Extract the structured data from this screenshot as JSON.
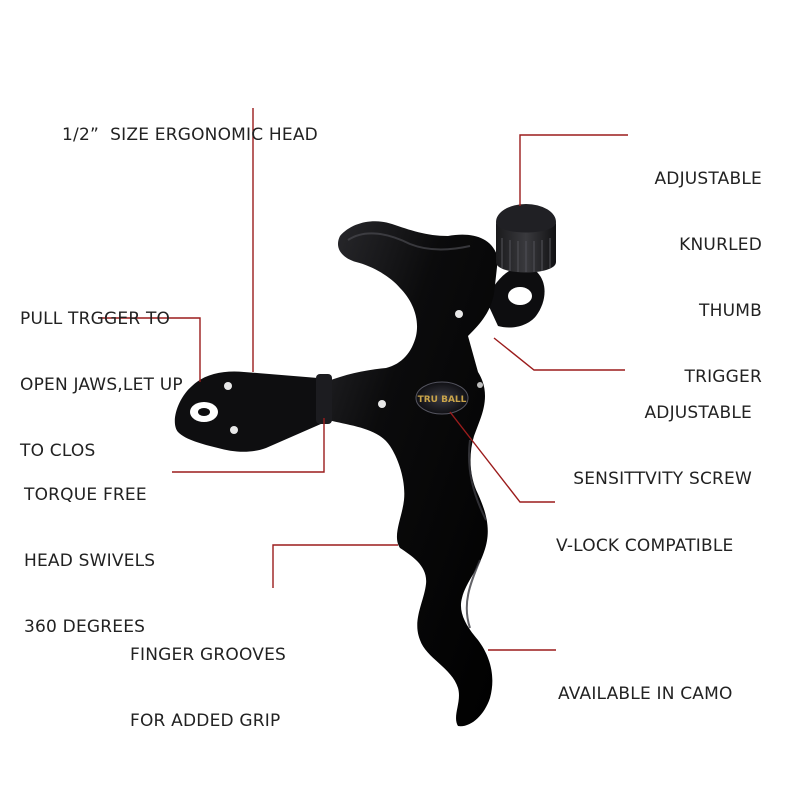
{
  "colors": {
    "background": "#ffffff",
    "leader_line": "#9b1c1c",
    "label_text": "#222222",
    "release_body": "#0b0b0c",
    "highlight": "#4a4a50",
    "screw": "#e8e8e8"
  },
  "product": {
    "name": "thumb-release-aid",
    "badge_text": "TRU BALL"
  },
  "callouts": {
    "head_size": {
      "lines": [
        "1/2”  SIZE ERGONOMIC HEAD"
      ]
    },
    "thumb_trigger": {
      "lines": [
        "ADJUSTABLE",
        "KNURLED",
        "THUMB",
        "TRIGGER"
      ]
    },
    "pull_trigger": {
      "lines": [
        "PULL TRGGER TO",
        "OPEN JAWS,LET UP",
        "TO CLOS"
      ]
    },
    "sensitivity_screw": {
      "lines": [
        "ADJUSTABLE",
        "SENSITTVITY SCREW"
      ]
    },
    "torque_free": {
      "lines": [
        "TORQUE FREE",
        "HEAD SWIVELS",
        "360 DEGREES"
      ]
    },
    "v_lock": {
      "lines": [
        "V-LOCK COMPATIBLE"
      ]
    },
    "finger_grooves": {
      "lines": [
        "FINGER GROOVES",
        "FOR ADDED GRIP"
      ]
    },
    "camo": {
      "lines": [
        "AVAILABLE IN CAMO"
      ]
    }
  }
}
